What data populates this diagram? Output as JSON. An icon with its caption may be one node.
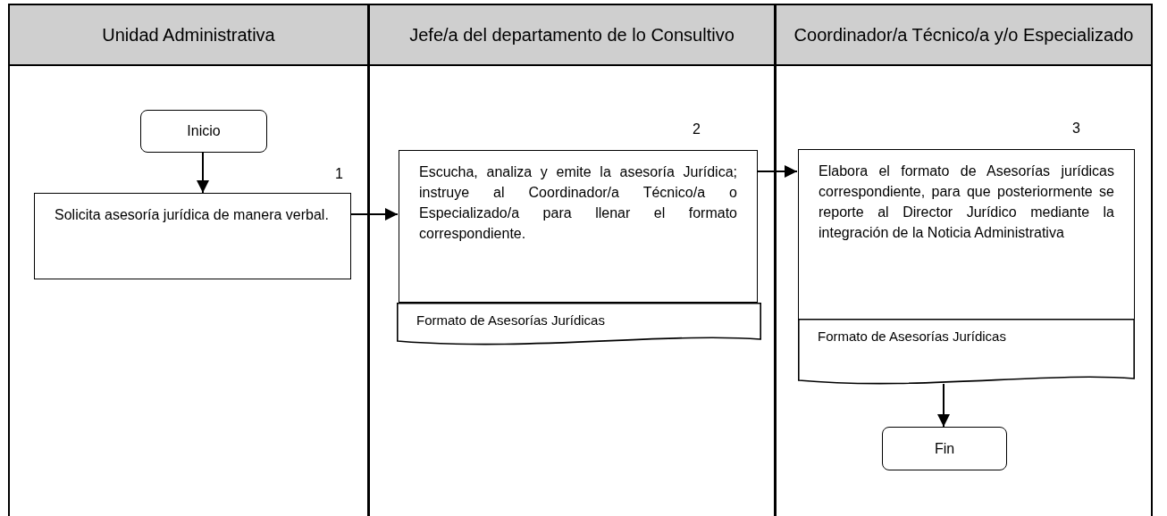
{
  "diagram": {
    "nodes": [
      {
        "text": [
          "Unidad Administrativa"
        ]
      },
      {
        "text": [
          "Jefe/a del departamento de lo Consultivo"
        ]
      },
      {
        "text": [
          "Coordinador/a Técnico/a y/o Especializado"
        ]
      },
      {
        "text": [
          "Inicio"
        ],
        "in": 0
      },
      {
        "text": [
          "Solicita asesoría jurídica de manera verbal."
        ],
        "in": 0,
        "beside": [
          "1"
        ]
      },
      {
        "text": [
          "Escucha, analiza y emite la asesoría Jurídica; instruye al Coordinador/a Técnico/a o Especializado/a para llenar el formato correspondiente."
        ],
        "in": 1,
        "beside": [
          "2"
        ]
      },
      {
        "text": [
          "Formato de Asesorías Jurídicas"
        ],
        "in": 1
      },
      {
        "text": [
          "Elabora el formato de Asesorías jurídicas correspondiente, para que posteriormente se reporte al Director Jurídico mediante la integración de la Noticia Administrativa"
        ],
        "in": 2,
        "beside": [
          "3"
        ]
      },
      {
        "text": [
          "Formato de Asesorías Jurídicas"
        ],
        "in": 2
      },
      {
        "text": [
          "Fin"
        ],
        "in": 2
      }
    ],
    "edges": [
      {
        "from": 3,
        "to": 4,
        "arrow": "to"
      },
      {
        "from": 4,
        "to": 5,
        "arrow": "to"
      },
      {
        "from": 5,
        "to": 7,
        "arrow": "to"
      },
      {
        "from": 8,
        "to": 9,
        "arrow": "to"
      }
    ]
  }
}
